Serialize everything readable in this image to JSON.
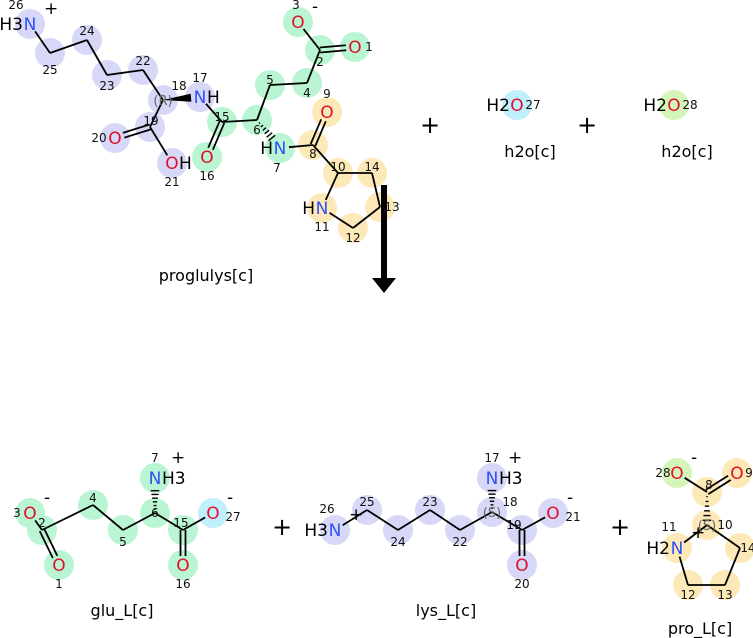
{
  "colors": {
    "blue": "#d7d7f7",
    "green": "#b9f5d2",
    "yellow": "#fde9b8",
    "cyan": "#bff0fb",
    "lime": "#d5f6bb",
    "O": "#e0102a",
    "N": "#3050f8"
  },
  "operators": {
    "plus": "+"
  },
  "molecules": [
    {
      "id": "proglulys",
      "name": "proglulys[c]",
      "atoms": [
        {
          "n": "26",
          "el": "N",
          "pre": "H3",
          "charge": "+",
          "hl": "blue"
        },
        {
          "n": "25",
          "hl": "blue"
        },
        {
          "n": "24",
          "hl": "blue"
        },
        {
          "n": "23",
          "hl": "blue"
        },
        {
          "n": "22",
          "hl": "blue"
        },
        {
          "n": "18",
          "stereo": "(R)",
          "hl": "blue"
        },
        {
          "n": "17",
          "el": "N",
          "post": "H",
          "hl": "blue"
        },
        {
          "n": "19",
          "hl": "blue"
        },
        {
          "n": "20",
          "el": "O",
          "hl": "blue"
        },
        {
          "n": "21",
          "el": "O",
          "post": "H",
          "hl": "blue"
        },
        {
          "n": "15",
          "hl": "green"
        },
        {
          "n": "16",
          "el": "O",
          "hl": "green"
        },
        {
          "n": "6",
          "hl": "green"
        },
        {
          "n": "5",
          "hl": "green"
        },
        {
          "n": "4",
          "hl": "green"
        },
        {
          "n": "2",
          "hl": "green"
        },
        {
          "n": "1",
          "el": "O",
          "hl": "green"
        },
        {
          "n": "3",
          "el": "O",
          "charge": "-",
          "hl": "green"
        },
        {
          "n": "7",
          "el": "N",
          "pre": "H",
          "hl": "green"
        },
        {
          "n": "8",
          "hl": "yellow"
        },
        {
          "n": "9",
          "el": "O",
          "hl": "yellow"
        },
        {
          "n": "10",
          "hl": "yellow"
        },
        {
          "n": "14",
          "hl": "yellow"
        },
        {
          "n": "13",
          "hl": "yellow"
        },
        {
          "n": "12",
          "hl": "yellow"
        },
        {
          "n": "11",
          "el": "N",
          "pre": "H",
          "hl": "yellow"
        }
      ]
    },
    {
      "id": "h2o_1",
      "name": "h2o[c]",
      "atoms": [
        {
          "n": "27",
          "el": "O",
          "pre": "H2",
          "hl": "cyan"
        }
      ]
    },
    {
      "id": "h2o_2",
      "name": "h2o[c]",
      "atoms": [
        {
          "n": "28",
          "el": "O",
          "pre": "H2",
          "hl": "lime"
        }
      ]
    },
    {
      "id": "glu_L",
      "name": "glu_L[c]",
      "atoms": [
        {
          "n": "3",
          "el": "O",
          "charge": "-",
          "hl": "green"
        },
        {
          "n": "2",
          "hl": "green"
        },
        {
          "n": "1",
          "el": "O",
          "hl": "green"
        },
        {
          "n": "4",
          "hl": "green"
        },
        {
          "n": "5",
          "hl": "green"
        },
        {
          "n": "6",
          "hl": "green"
        },
        {
          "n": "7",
          "el": "N",
          "post": "H3",
          "charge": "+",
          "hl": "green"
        },
        {
          "n": "15",
          "hl": "green"
        },
        {
          "n": "16",
          "el": "O",
          "hl": "green"
        },
        {
          "n": "27",
          "el": "O",
          "charge": "-",
          "hl": "cyan"
        }
      ]
    },
    {
      "id": "lys_L",
      "name": "lys_L[c]",
      "atoms": [
        {
          "n": "26",
          "el": "N",
          "pre": "H3",
          "charge": "+",
          "hl": "blue"
        },
        {
          "n": "25",
          "hl": "blue"
        },
        {
          "n": "24",
          "hl": "blue"
        },
        {
          "n": "23",
          "hl": "blue"
        },
        {
          "n": "22",
          "hl": "blue"
        },
        {
          "n": "18",
          "stereo": "(S)",
          "hl": "blue"
        },
        {
          "n": "17",
          "el": "N",
          "post": "H3",
          "charge": "+",
          "hl": "blue"
        },
        {
          "n": "19",
          "hl": "blue"
        },
        {
          "n": "20",
          "el": "O",
          "hl": "blue"
        },
        {
          "n": "21",
          "el": "O",
          "charge": "-",
          "hl": "blue"
        }
      ]
    },
    {
      "id": "pro_L",
      "name": "pro_L[c]",
      "atoms": [
        {
          "n": "28",
          "el": "O",
          "charge": "-",
          "hl": "lime"
        },
        {
          "n": "9",
          "el": "O",
          "hl": "yellow"
        },
        {
          "n": "8",
          "hl": "yellow"
        },
        {
          "n": "10",
          "stereo": "(S)",
          "hl": "yellow"
        },
        {
          "n": "11",
          "el": "N",
          "pre": "H2",
          "charge": "+",
          "hl": "yellow"
        },
        {
          "n": "14",
          "hl": "yellow"
        },
        {
          "n": "12",
          "hl": "yellow"
        },
        {
          "n": "13",
          "hl": "yellow"
        }
      ]
    }
  ]
}
